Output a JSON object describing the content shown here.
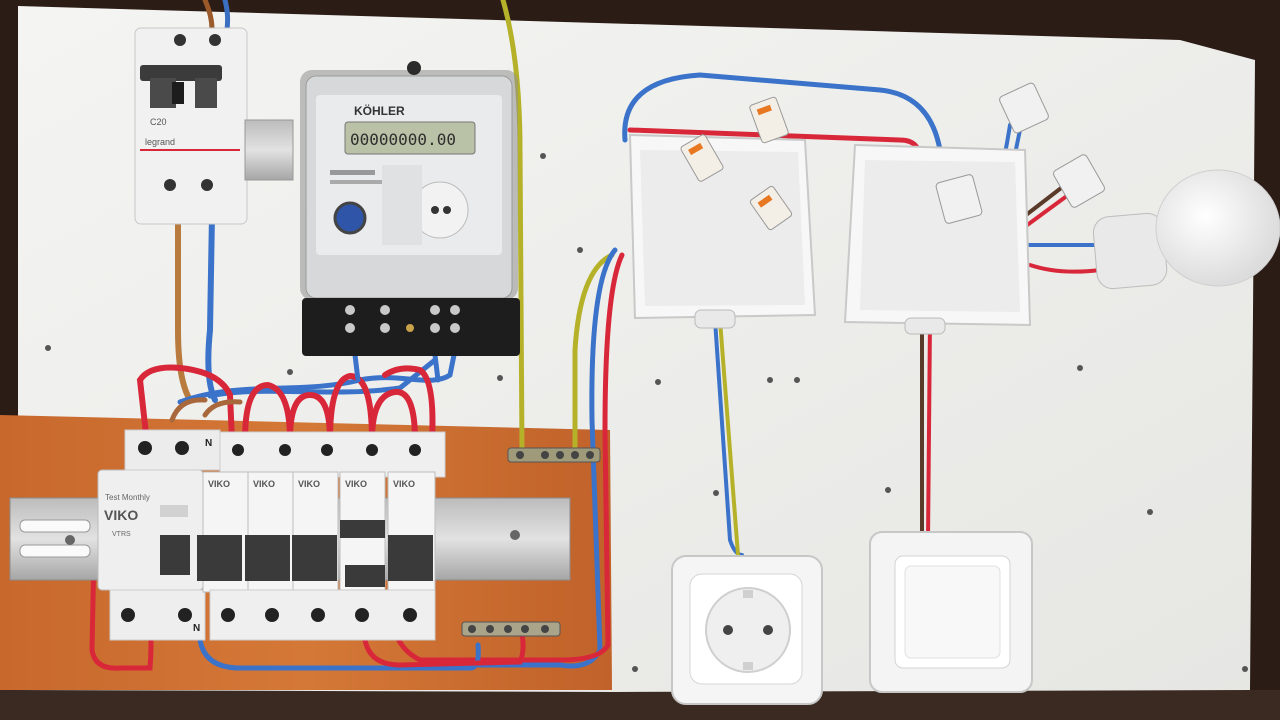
{
  "meter": {
    "brand": "KÖHLER",
    "display": "00000000.00"
  },
  "rcd": {
    "brand": "VIKO",
    "model": "VTRS",
    "test_label": "Test Monthly"
  },
  "breakers": {
    "brand": "VIKO",
    "neutral_top": "N",
    "neutral_bottom": "N"
  },
  "main_breaker": {
    "brand": "legrand",
    "rating": "C20"
  }
}
